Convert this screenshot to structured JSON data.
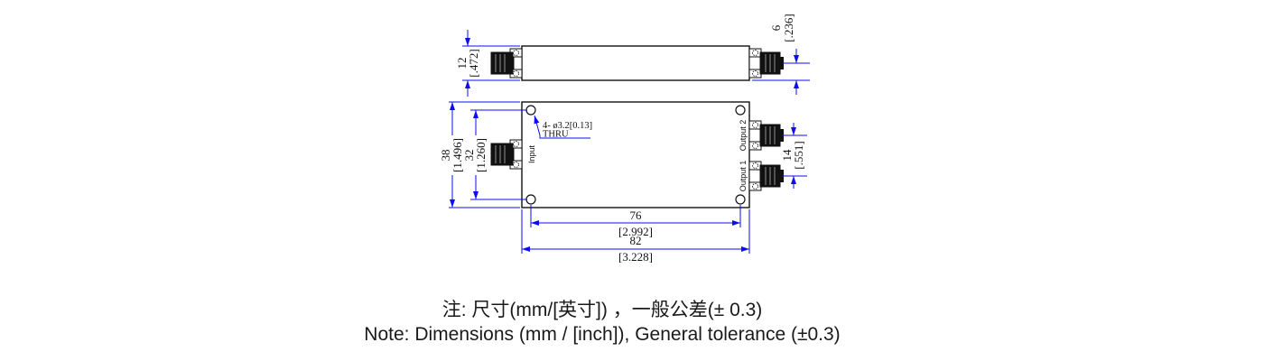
{
  "drawing": {
    "labels": {
      "input": "Input",
      "output1": "Output 1",
      "output2": "Output 2"
    },
    "callout": {
      "line1": "4- ø3.2[0.13]",
      "line2": "THRU"
    },
    "dims": {
      "d12": {
        "mm": "12",
        "inch": "[.472]"
      },
      "d6": {
        "mm": "6",
        "inch": "[.236]"
      },
      "d38": {
        "mm": "38",
        "inch": "[1.496]"
      },
      "d32": {
        "mm": "32",
        "inch": "[1.260]"
      },
      "d14": {
        "mm": "14",
        "inch": "[.551]"
      },
      "d76": {
        "mm": "76",
        "inch": "[2.992]"
      },
      "d82": {
        "mm": "82",
        "inch": "[3.228]"
      }
    }
  },
  "note": {
    "zh": "注: 尺寸(mm/[英寸]) ，一般公差(± 0.3)",
    "en": "Note: Dimensions (mm / [inch]), General tolerance (±0.3)"
  },
  "colors": {
    "dimension_blue": "#0d0df2",
    "line_black": "#111111"
  }
}
